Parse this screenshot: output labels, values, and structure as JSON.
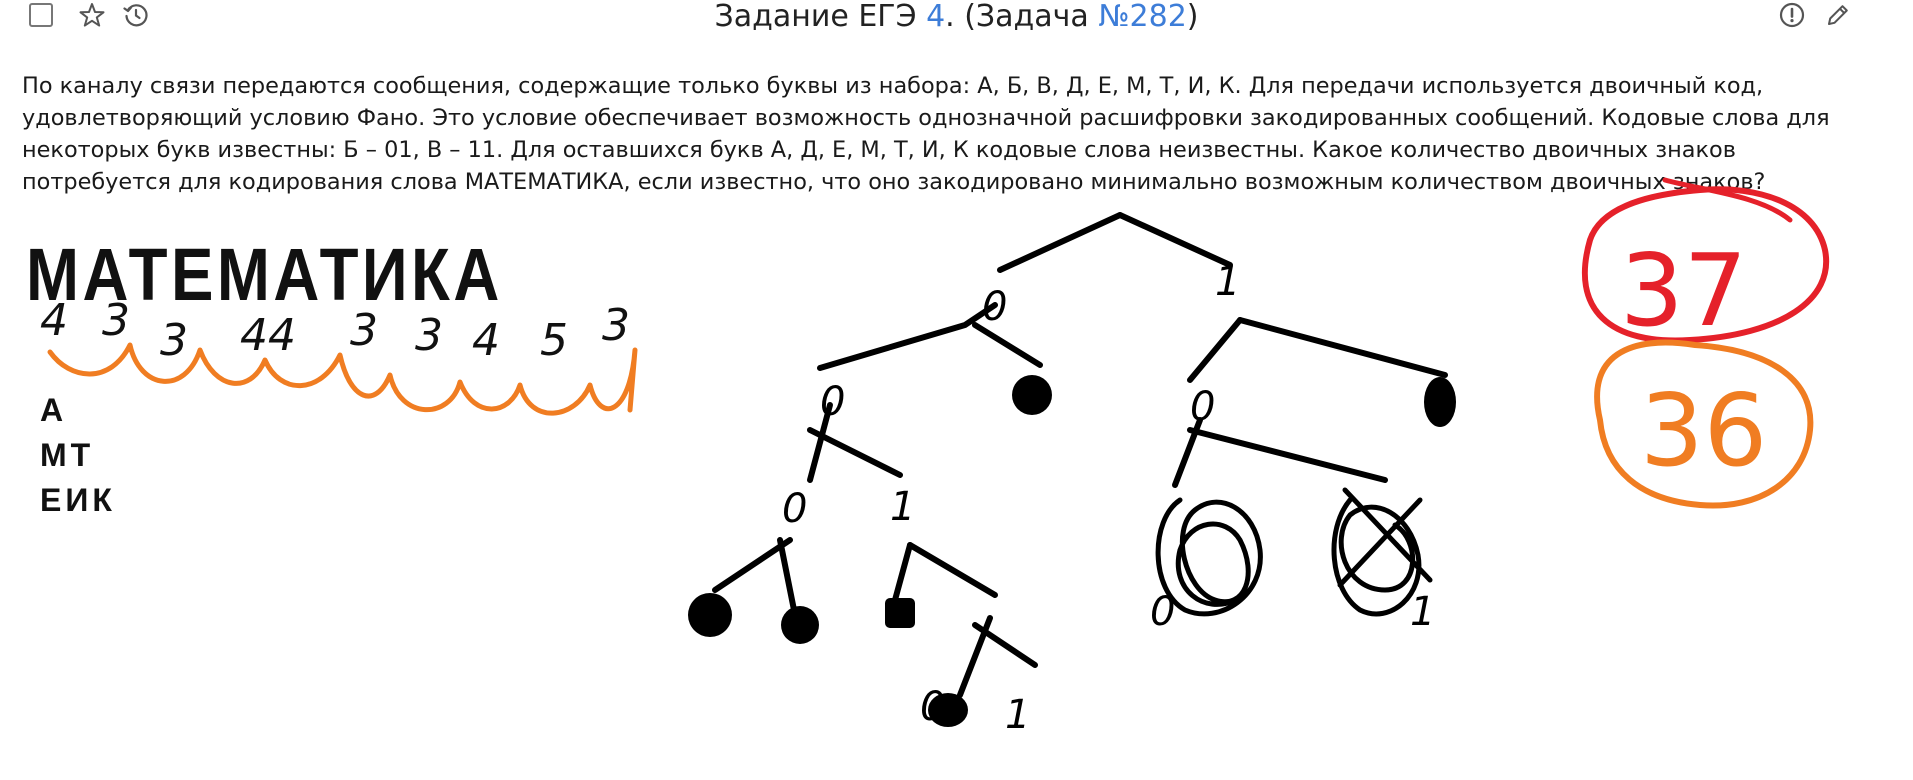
{
  "header": {
    "title_prefix": "Задание ЕГЭ ",
    "task_number": "4",
    "title_middle": ". (Задача ",
    "problem_link": "№282",
    "title_suffix": ")"
  },
  "icons": {
    "checkbox": "checkbox-icon",
    "favorite": "star-icon",
    "history": "history-icon",
    "report": "exclamation-circle-icon",
    "edit": "pencil-icon"
  },
  "task_text": "По каналу связи передаются сообщения, содержащие только буквы из набора: А, Б, В, Д, Е, М, Т, И, К. Для передачи используется двоичный код, удовлетворяющий условию Фано. Это условие обеспечивает возможность однозначной расшифровки закодированных сообщений. Кодовые слова для некоторых букв известны: Б – 01, В – 11. Для оставшихся букв А, Д, Е, М, Т, И, К кодовые слова неизвестны. Какое количество двоичных знаков потребуется для кодирования слова МАТЕМАТИКА, если известно, что оно закодировано минимально возможным количеством двоичных знаков?",
  "solution": {
    "word": "МАТЕМАТИКА",
    "letter_groups": [
      "А",
      "МТ",
      "ЕИК"
    ],
    "digits_under_letters": [
      "4",
      "3",
      "3",
      "44",
      "3",
      "3",
      "4",
      "5",
      "3"
    ],
    "tree_labels": [
      "0",
      "1",
      "0",
      "0",
      "0",
      "1",
      "0",
      "1",
      "0",
      "1"
    ],
    "answer_crossed": "37",
    "answer": "36"
  },
  "colors": {
    "accent_link": "#3d7dd8",
    "red_ink": "#e5212a",
    "orange_ink": "#f07d22",
    "black_ink": "#000000"
  }
}
